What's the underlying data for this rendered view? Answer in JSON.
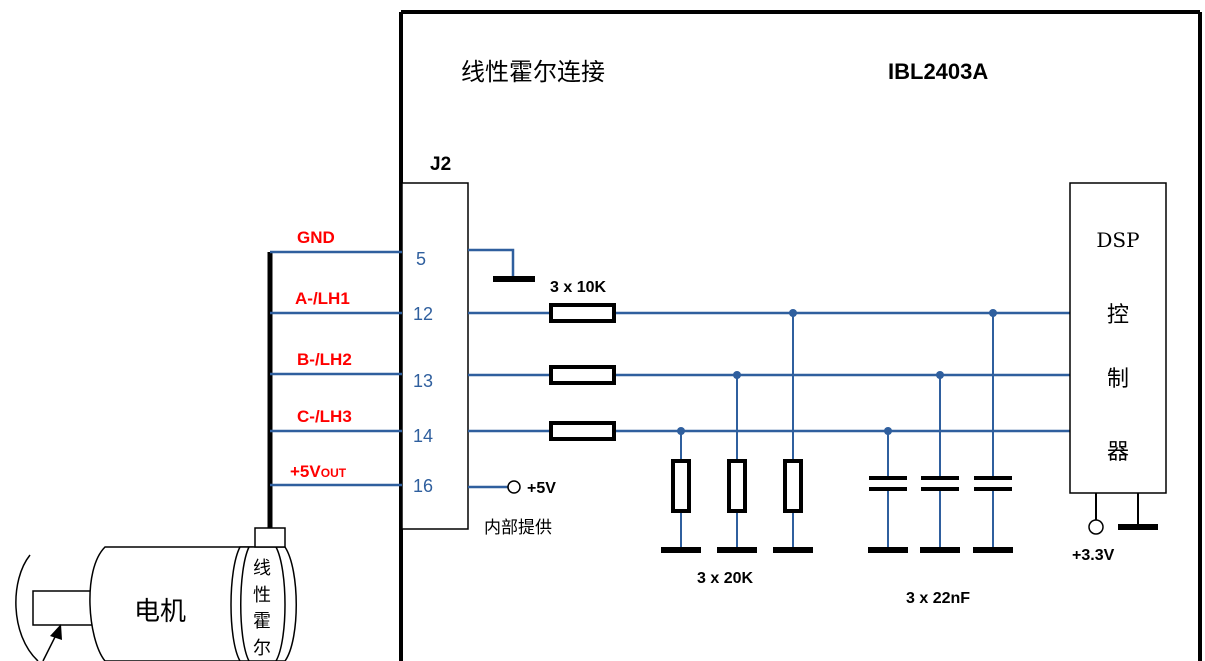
{
  "board": {
    "title": "线性霍尔连接",
    "model": "IBL2403A"
  },
  "connector": {
    "name": "J2",
    "pins": [
      {
        "signal": "GND",
        "number": "5"
      },
      {
        "signal": "A-/LH1",
        "number": "12"
      },
      {
        "signal": "B-/LH2",
        "number": "13"
      },
      {
        "signal": "C-/LH3",
        "number": "14"
      },
      {
        "signal_main": "+5V",
        "signal_sub": "OUT",
        "number": "16"
      }
    ]
  },
  "supply": {
    "label": "+5V",
    "note": "内部提供"
  },
  "components": {
    "series_resistors": "3 x 10K",
    "pulldown_resistors": "3 x 20K",
    "capacitors": "3 x 22nF"
  },
  "dsp": {
    "label": "DSP",
    "chars": [
      "控",
      "制",
      "器"
    ],
    "supply": "+3.3V"
  },
  "motor": {
    "label": "电机",
    "hall_chars": [
      "线",
      "性",
      "霍",
      "尔"
    ]
  },
  "colors": {
    "wire": "#2f5f9e",
    "signal_label": "#ff0000",
    "line": "#000000"
  }
}
